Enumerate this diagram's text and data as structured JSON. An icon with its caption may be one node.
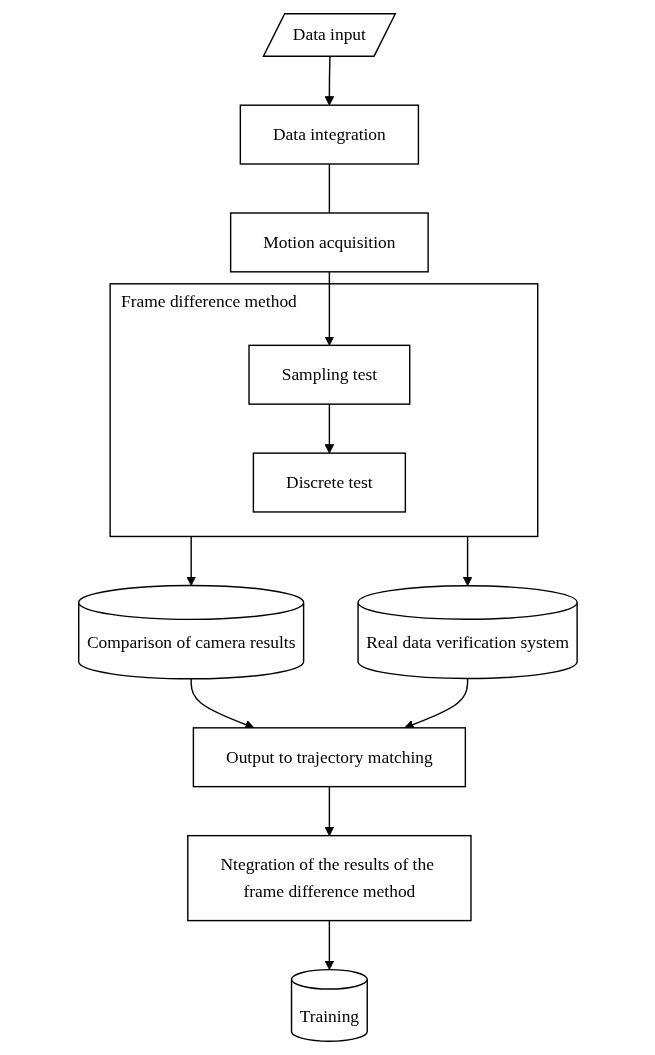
{
  "diagram": {
    "nodes": [
      {
        "text": [
          "Data input"
        ]
      },
      {
        "text": [
          "Data integration"
        ]
      },
      {
        "text": [
          "Motion acquisition"
        ]
      },
      {
        "text": [
          "Frame difference method"
        ]
      },
      {
        "text": [
          "Sampling test"
        ],
        "in": 3
      },
      {
        "text": [
          "Discrete test"
        ],
        "in": 3
      },
      {
        "text": [
          "Comparison of camera results"
        ]
      },
      {
        "text": [
          "Real data verification system"
        ]
      },
      {
        "text": [
          "Output to trajectory matching"
        ]
      },
      {
        "text": [
          "Ntegration of the results of the frame difference method"
        ]
      },
      {
        "text": [
          "Training"
        ]
      }
    ],
    "edges": [
      {
        "from": 0,
        "to": 1,
        "arrow": "to"
      },
      {
        "from": 1,
        "to": 2,
        "arrow": "none"
      },
      {
        "from": 2,
        "to": 4,
        "arrow": "to"
      },
      {
        "from": 4,
        "to": 5,
        "arrow": "to"
      },
      {
        "from": 3,
        "to": 6,
        "arrow": "to"
      },
      {
        "from": 3,
        "to": 7,
        "arrow": "to"
      },
      {
        "from": 6,
        "to": 8,
        "arrow": "to"
      },
      {
        "from": 7,
        "to": 8,
        "arrow": "to"
      },
      {
        "from": 8,
        "to": 9,
        "arrow": "to"
      },
      {
        "from": 9,
        "to": 10,
        "arrow": "to"
      }
    ]
  }
}
